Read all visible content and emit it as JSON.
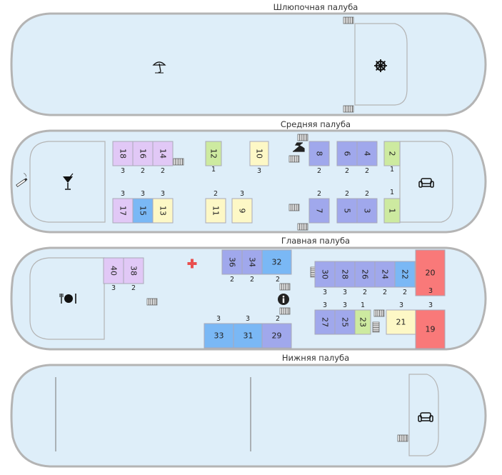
{
  "colors": {
    "hull_fill": "#deeef9",
    "hull_stroke": "#b4b4b4",
    "lilac": "#e1c8f6",
    "blue": "#7ab8f5",
    "yellow": "#fdf8c6",
    "green": "#cdeaa0",
    "violet": "#a0a8ec",
    "red": "#f97979"
  },
  "decks": [
    {
      "id": "boat",
      "title": "Шлюпочная палуба",
      "icons": [
        "umbrella-icon",
        "ship-wheel-icon"
      ]
    },
    {
      "id": "middle",
      "title": "Средняя палуба",
      "icons": [
        "cocktail-icon",
        "smoking-icon",
        "iron-icon",
        "sofa-icon"
      ],
      "cabins": [
        {
          "num": "18",
          "berths": "3",
          "color": "lilac"
        },
        {
          "num": "16",
          "berths": "2",
          "color": "lilac"
        },
        {
          "num": "14",
          "berths": "2",
          "color": "lilac"
        },
        {
          "num": "17",
          "berths": "3",
          "color": "lilac"
        },
        {
          "num": "15",
          "berths": "3",
          "color": "blue"
        },
        {
          "num": "13",
          "berths": "3",
          "color": "yellow"
        },
        {
          "num": "12",
          "berths": "1",
          "color": "green"
        },
        {
          "num": "10",
          "berths": "3",
          "color": "yellow"
        },
        {
          "num": "11",
          "berths": "2",
          "color": "yellow"
        },
        {
          "num": "9",
          "berths": "3",
          "color": "yellow"
        },
        {
          "num": "8",
          "berths": "2",
          "color": "violet"
        },
        {
          "num": "6",
          "berths": "2",
          "color": "violet"
        },
        {
          "num": "4",
          "berths": "2",
          "color": "violet"
        },
        {
          "num": "7",
          "berths": "2",
          "color": "violet"
        },
        {
          "num": "5",
          "berths": "2",
          "color": "violet"
        },
        {
          "num": "3",
          "berths": "2",
          "color": "violet"
        },
        {
          "num": "2",
          "berths": "1",
          "color": "green"
        },
        {
          "num": "1",
          "berths": "1",
          "color": "green"
        }
      ]
    },
    {
      "id": "main",
      "title": "Главная палуба",
      "icons": [
        "restaurant-icon",
        "medical-cross-icon",
        "info-icon"
      ],
      "cabins": [
        {
          "num": "40",
          "berths": "3",
          "color": "lilac"
        },
        {
          "num": "38",
          "berths": "2",
          "color": "lilac"
        },
        {
          "num": "36",
          "berths": "2",
          "color": "violet"
        },
        {
          "num": "34",
          "berths": "2",
          "color": "violet"
        },
        {
          "num": "32",
          "berths": "2",
          "color": "blue"
        },
        {
          "num": "33",
          "berths": "3",
          "color": "blue"
        },
        {
          "num": "31",
          "berths": "3",
          "color": "blue"
        },
        {
          "num": "29",
          "berths": "2",
          "color": "violet"
        },
        {
          "num": "30",
          "berths": "3",
          "color": "violet"
        },
        {
          "num": "28",
          "berths": "3",
          "color": "violet"
        },
        {
          "num": "26",
          "berths": "2",
          "color": "violet"
        },
        {
          "num": "24",
          "berths": "2",
          "color": "violet"
        },
        {
          "num": "22",
          "berths": "2",
          "color": "blue"
        },
        {
          "num": "20",
          "berths": "3",
          "color": "red"
        },
        {
          "num": "27",
          "berths": "3",
          "color": "violet"
        },
        {
          "num": "25",
          "berths": "3",
          "color": "violet"
        },
        {
          "num": "23",
          "berths": "1",
          "color": "green"
        },
        {
          "num": "21",
          "berths": "3",
          "color": "yellow"
        },
        {
          "num": "19",
          "berths": "3",
          "color": "red"
        }
      ]
    },
    {
      "id": "lower",
      "title": "Нижняя палуба",
      "icons": [
        "sofa-icon"
      ]
    }
  ]
}
